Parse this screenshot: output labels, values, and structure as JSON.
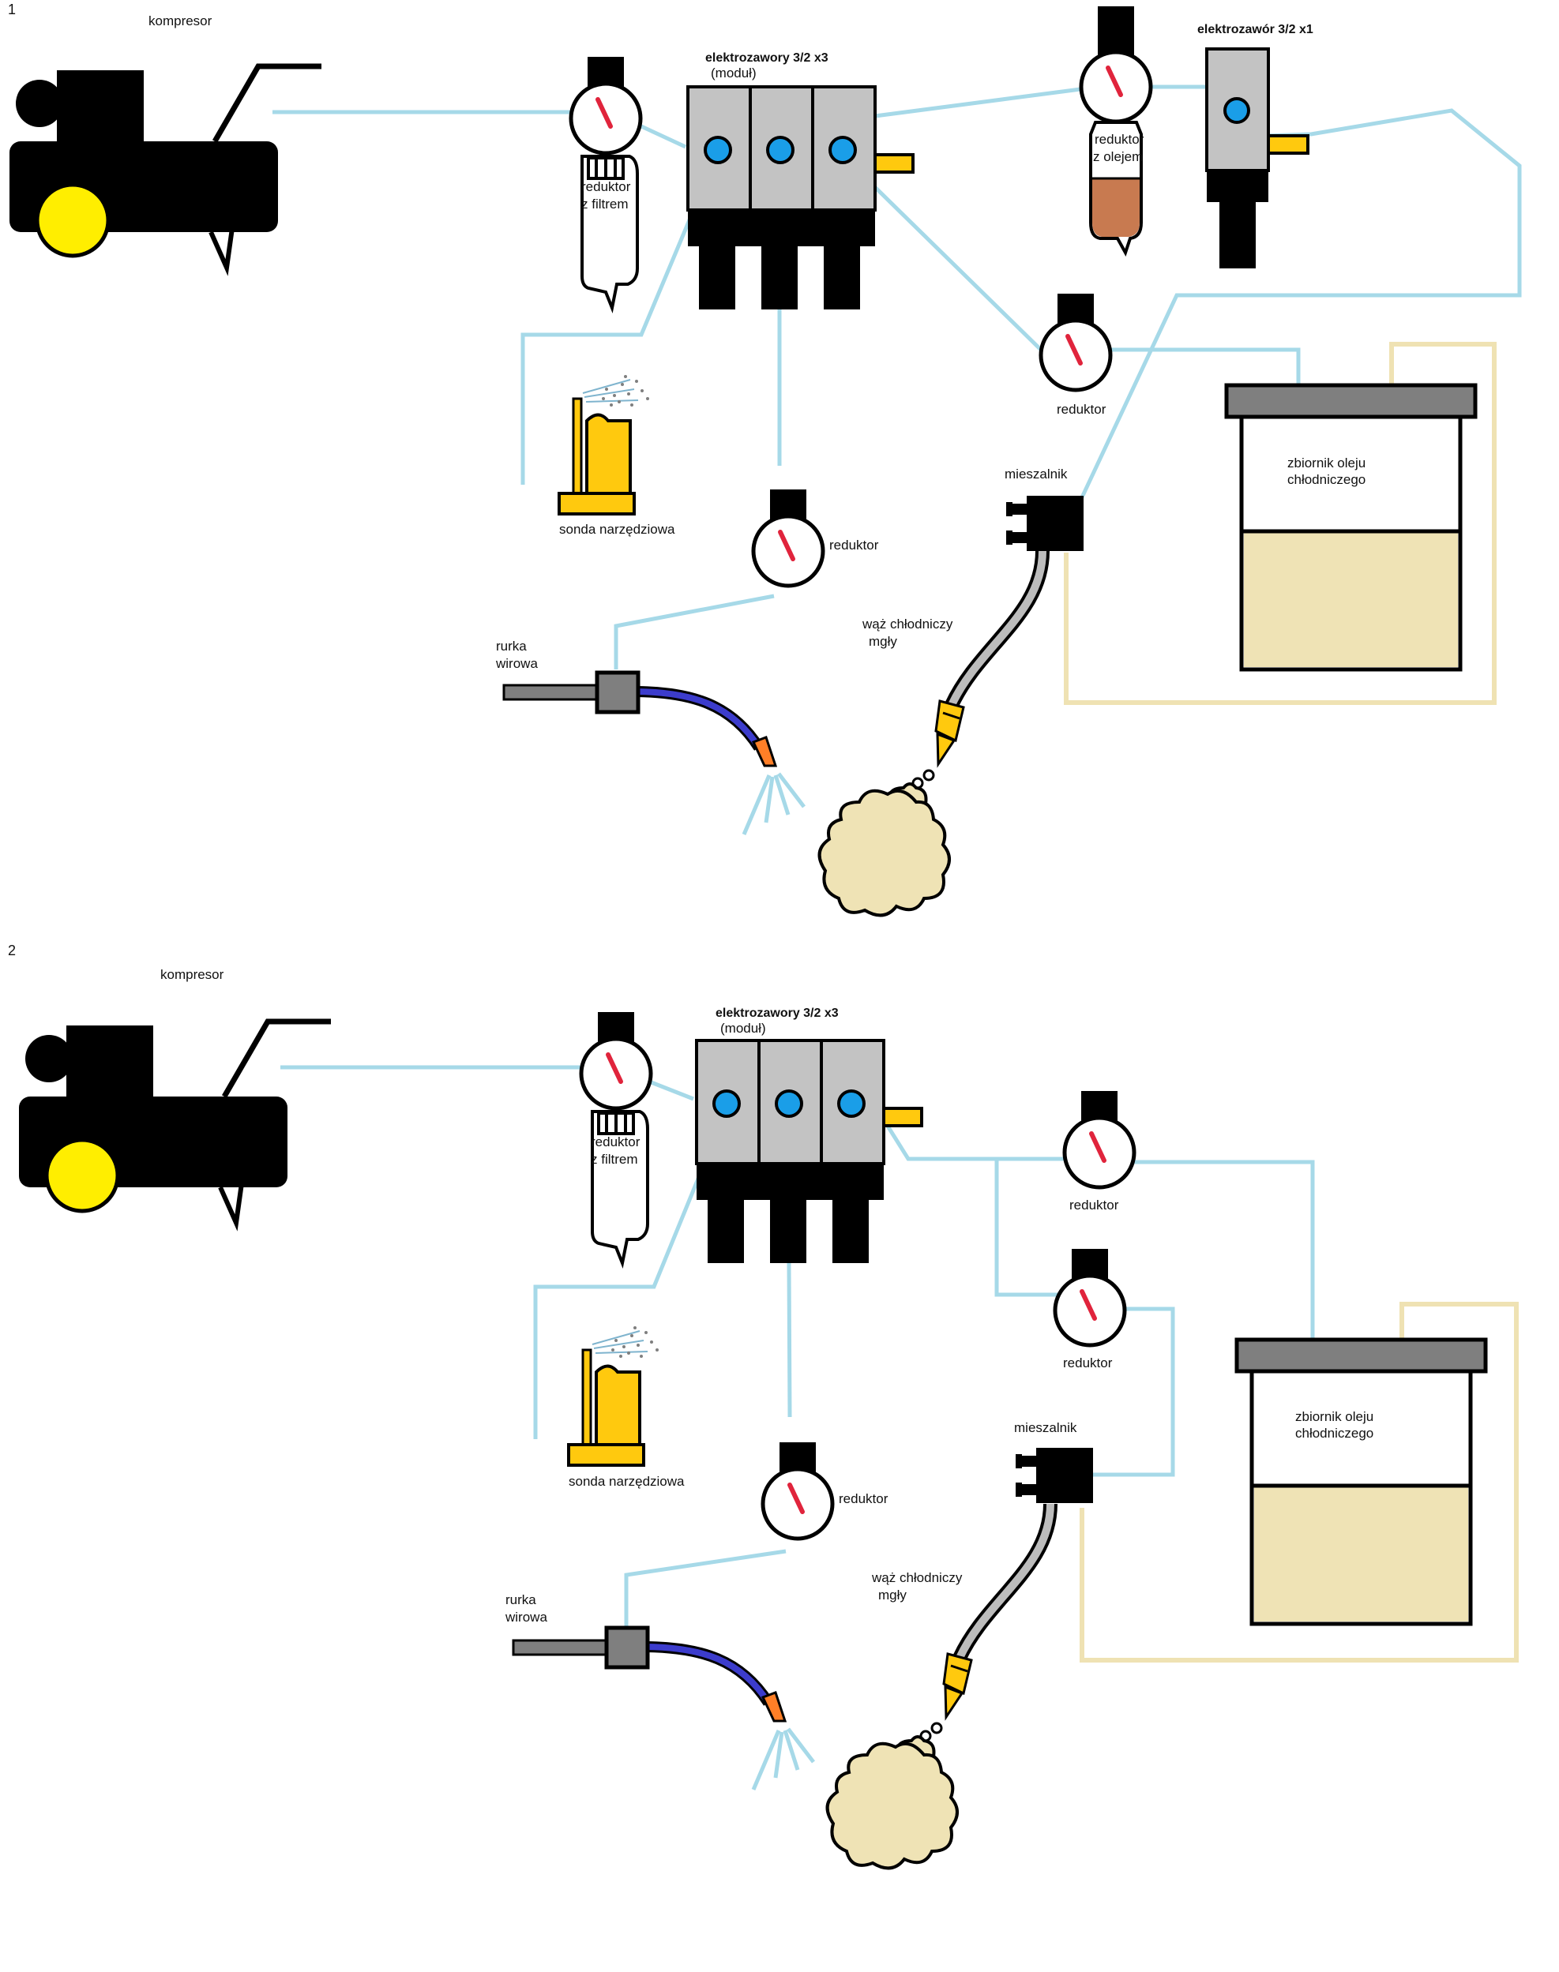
{
  "diagrams": [
    {
      "number": "1",
      "labels": {
        "compressor": "kompresor",
        "valve_block_title": "elektrozawory 3/2 x3",
        "valve_block_sub": "(moduł)",
        "filter_reg_line1": "reduktor",
        "filter_reg_line2": "z filtrem",
        "oiler_line1": "reduktor",
        "oiler_line2": "z olejem",
        "single_valve_title": "elektrozawór 3/2 x1",
        "reg_right": "reduktor",
        "tank_line1": "zbiornik oleju",
        "tank_line2": "chłodniczego",
        "mixer": "mieszalnik",
        "probe": "sonda narzędziowa",
        "reg_center": "reduktor",
        "hose_line1": "wąż chłodniczy",
        "hose_line2": "mgły",
        "vortex_line1": "rurka",
        "vortex_line2": "wirowa"
      }
    },
    {
      "number": "2",
      "labels": {
        "compressor": "kompresor",
        "valve_block_title": "elektrozawory 3/2 x3",
        "valve_block_sub": "(moduł)",
        "filter_reg_line1": "reduktor",
        "filter_reg_line2": "z filtrem",
        "reg_upper": "reduktor",
        "reg_lower": "reduktor",
        "tank_line1": "zbiornik oleju",
        "tank_line2": "chłodniczego",
        "mixer": "mieszalnik",
        "probe": "sonda narzędziowa",
        "reg_center": "reduktor",
        "hose_line1": "wąż chłodniczy",
        "hose_line2": "mgły",
        "vortex_line1": "rurka",
        "vortex_line2": "wirowa"
      }
    }
  ],
  "colors": {
    "air_line": "#a6d9e8",
    "oil_line": "#efe2b3",
    "oil_fill": "#efe3b5",
    "compressor": "#000000",
    "wheel": "#ffee00",
    "valve_body": "#c3c3c3",
    "port": "#1a9ee8",
    "gauge_needle": "#e0243c",
    "yellow_part": "#ffc90e",
    "oil_bowl": "#c87a50",
    "tank_lid": "#7f7f7f",
    "mist_hose": "#bcbcbc",
    "vortex_hose": "#3c3ccc",
    "nozzle": "#ff7f27"
  }
}
